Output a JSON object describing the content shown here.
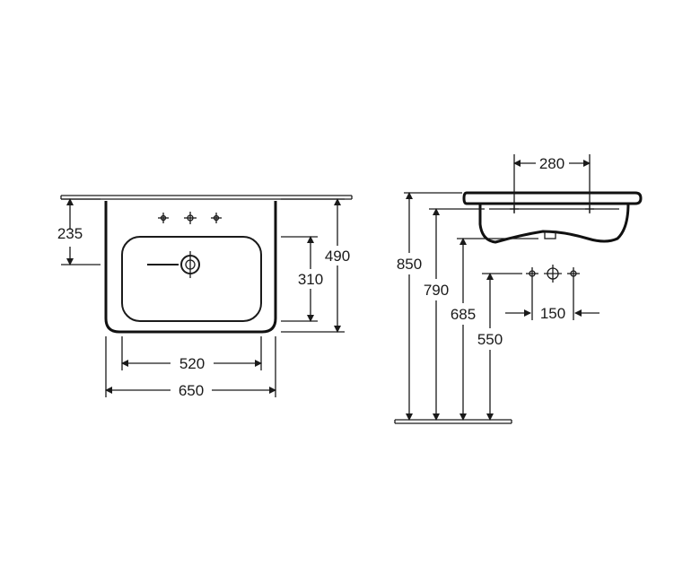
{
  "dimensions": {
    "front_view": {
      "faucet_depth": "235",
      "bowl_width": "520",
      "overall_width": "650",
      "bowl_depth": "310",
      "overall_depth": "490"
    },
    "side_view": {
      "top_width": "280",
      "height_rim": "850",
      "height_bowl": "790",
      "height_trap": "685",
      "height_supply": "550",
      "supply_spacing": "150"
    }
  }
}
